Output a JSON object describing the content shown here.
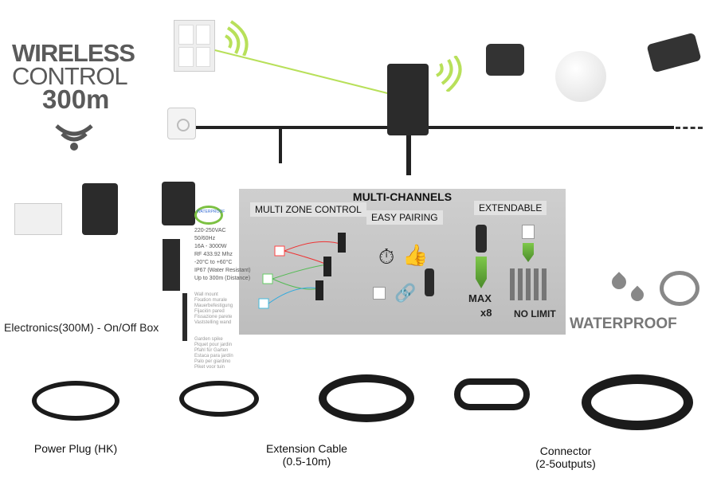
{
  "logo": {
    "line1": "WIRELESS",
    "line2": "CONTROL",
    "line3": "300m"
  },
  "panel": {
    "title": "MULTI-CHANNELS",
    "sections": [
      "MULTI ZONE CONTROL",
      "EASY PAIRING",
      "EXTENDABLE"
    ],
    "max_label": "MAX",
    "max_count": "x8",
    "no_limit": "NO LIMIT"
  },
  "specs": {
    "badge": "WATERPROOF",
    "items": [
      "220-250VAC",
      "50/60Hz",
      "16A - 3000W",
      "RF 433.92 Mhz",
      "-20°C to +60°C",
      "IP67 (Water Resistant)",
      "Up to 300m (Distance)"
    ],
    "wall_mount": [
      "Wall mount",
      "Fixation murale",
      "Mauerbefestigung",
      "Fijación pared",
      "Fissazione parete",
      "Vaststelling wand"
    ],
    "garden_spike": [
      "Garden spike",
      "Piquet pour jardin",
      "Pfahl für Garten",
      "Estaca para jardín",
      "Palo per giardino",
      "Piket voor tuin"
    ]
  },
  "waterproof_label": "WATERPROOF",
  "products": {
    "box": "Electronics(300M) - On/Off Box",
    "plug": "Power Plug (HK)",
    "extension": "Extension Cable",
    "extension_sub": "(0.5-10m)",
    "connector": "Connector",
    "connector_sub": "(2-5outputs)"
  },
  "colors": {
    "green": "#b8e05a",
    "gray": "#5a5a5a"
  }
}
